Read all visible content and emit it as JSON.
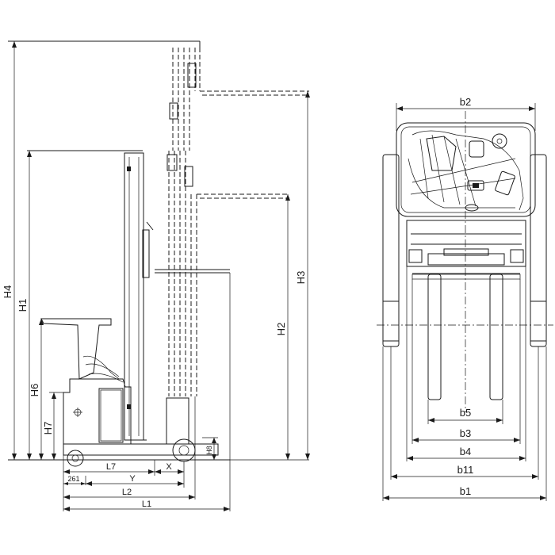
{
  "side_view": {
    "dimensions": {
      "H4": "H4",
      "H1": "H1",
      "H6": "H6",
      "H7": "H7",
      "H3": "H3",
      "H2": "H2",
      "H8": "H8",
      "L7": "L7",
      "X": "X",
      "d261": "261",
      "Y": "Y",
      "L2": "L2",
      "L1": "L1"
    }
  },
  "top_view": {
    "dimensions": {
      "b2": "b2",
      "b5": "b5",
      "b3": "b3",
      "b4": "b4",
      "b11": "b11",
      "b1": "b1"
    }
  }
}
